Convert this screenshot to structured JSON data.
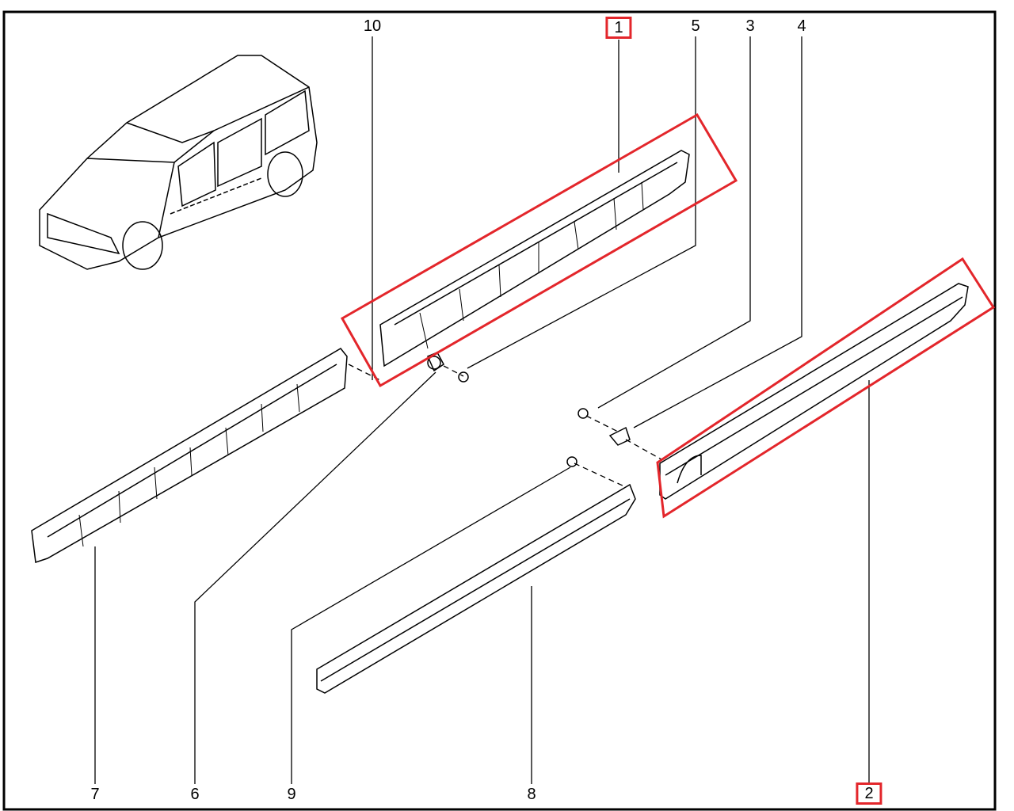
{
  "diagram": {
    "labels_top": [
      "10",
      "1",
      "5",
      "3",
      "4"
    ],
    "labels_bottom": [
      "7",
      "6",
      "9",
      "8",
      "2"
    ],
    "highlighted_parts": [
      "1",
      "2"
    ],
    "highlight_color": "#e3262b"
  }
}
